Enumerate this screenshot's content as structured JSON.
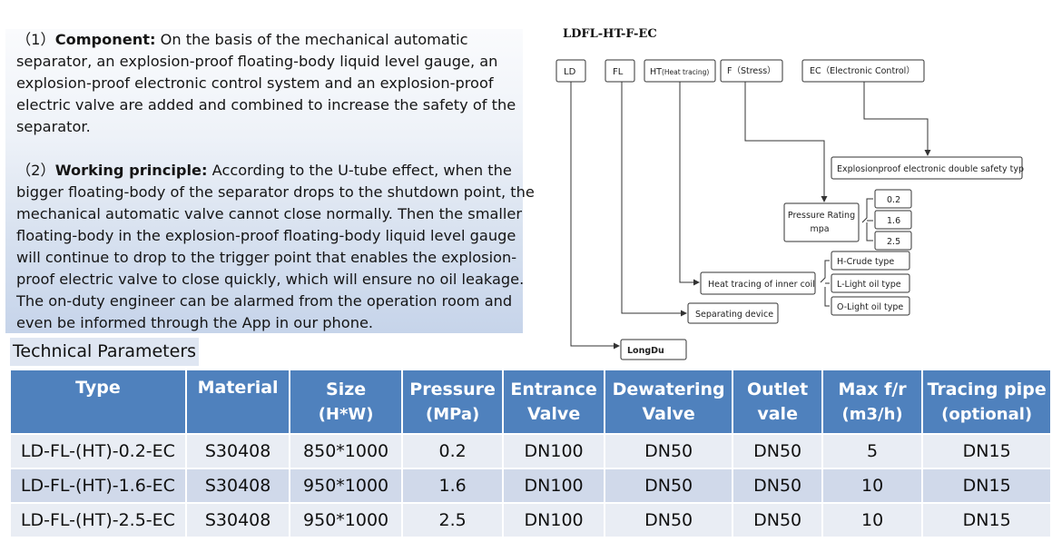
{
  "description": {
    "component": {
      "prefix": "（1）",
      "label": "Component:",
      "text": " On the basis of the mechanical automatic separator, an explosion-proof floating-body liquid level gauge, an explosion-proof electronic control system and an explosion-proof electric valve are added and combined to increase the safety of the separator."
    },
    "principle": {
      "prefix": "（2）",
      "label": "Working principle:",
      "text": " According to the U-tube effect, when the bigger floating-body of the separator drops to the shutdown point, the mechanical automatic valve cannot close normally.  Then the smaller floating-body in the explosion-proof floating-body liquid level gauge will continue to drop to the trigger point that enables the explosion-proof electric valve to close quickly, which will ensure no oil leakage. The on-duty engineer can be alarmed from the operation room and even be informed through the App in our phone."
    }
  },
  "diagram": {
    "title": "LDFL-HT-F-EC",
    "codes": {
      "ld": "LD",
      "fl": "FL",
      "ht": "HT",
      "ht_sub": "(Heat tracing)",
      "f": "F（Stress）",
      "ec": "EC（Electronic Control）"
    },
    "ec_desc": "Explosionproof electronic double safety typ",
    "pressure_line1": "Pressure Rating",
    "pressure_line2": "mpa",
    "pressure_values": [
      "0.2",
      "1.6",
      "2.5"
    ],
    "oil_types": [
      "H-Crude type",
      "L-Light oil type",
      "O-Light oil type"
    ],
    "heat_tracing": "Heat tracing of inner coil",
    "separating": "Separating device",
    "longdu": "LongDu"
  },
  "tech_title": "Technical Parameters",
  "table": {
    "headers": [
      {
        "line1": "Type",
        "line2": ""
      },
      {
        "line1": "Material",
        "line2": ""
      },
      {
        "line1": "Size",
        "line2": "(H*W)"
      },
      {
        "line1": "Pressure",
        "line2": "(MPa)"
      },
      {
        "line1": "Entrance",
        "line2": "Valve"
      },
      {
        "line1": "Dewatering",
        "line2": "Valve"
      },
      {
        "line1": "Outlet",
        "line2": "vale"
      },
      {
        "line1": "Max f/r",
        "line2": "(m3/h)"
      },
      {
        "line1": "Tracing pipe",
        "line2": "(optional)"
      }
    ],
    "rows": [
      [
        "LD-FL-(HT)-0.2-EC",
        "S30408",
        "850*1000",
        "0.2",
        "DN100",
        "DN50",
        "DN50",
        "5",
        "DN15"
      ],
      [
        "LD-FL-(HT)-1.6-EC",
        "S30408",
        "950*1000",
        "1.6",
        "DN100",
        "DN50",
        "DN50",
        "10",
        "DN15"
      ],
      [
        "LD-FL-(HT)-2.5-EC",
        "S30408",
        "950*1000",
        "2.5",
        "DN100",
        "DN50",
        "DN50",
        "10",
        "DN15"
      ]
    ]
  }
}
